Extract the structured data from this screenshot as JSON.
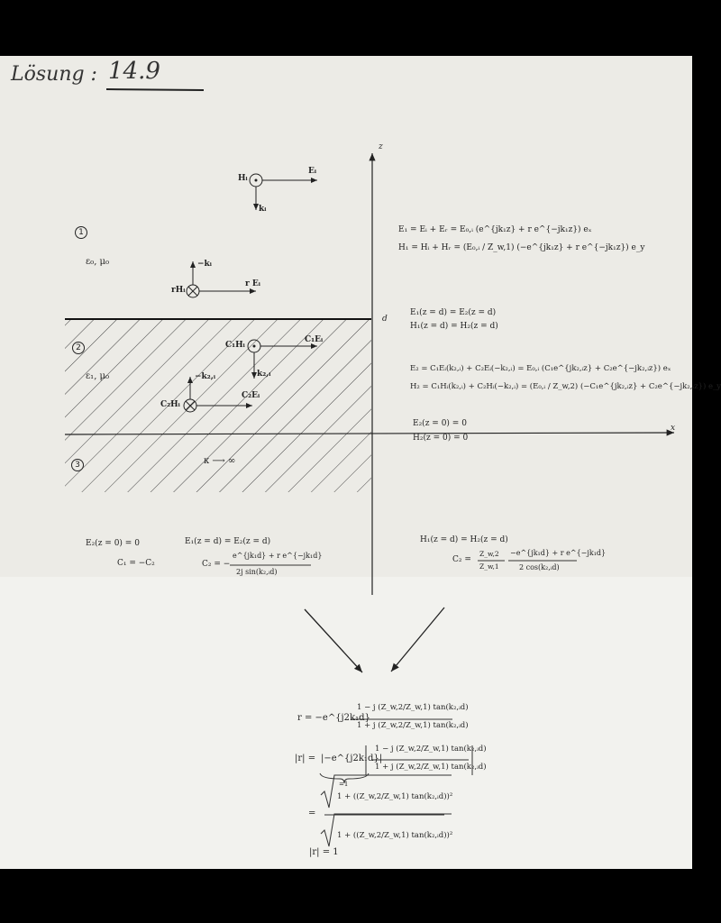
{
  "heading": {
    "prefix": "Lösung :",
    "number": "14.9"
  },
  "regions": {
    "one": "1",
    "two": "2",
    "three": "3"
  },
  "region_labels": {
    "medium1": "ε₀, μ₀",
    "medium2": "ε₁, μ₀",
    "medium3": "κ ⟶ ∞"
  },
  "axes": {
    "z": "z",
    "x": "x",
    "d": "d"
  },
  "vectors": {
    "Hi": "Hᵢ",
    "Ei": "Eᵢ",
    "ki": "kᵢ",
    "minus_ki": "−kᵢ",
    "rHi": "rHᵢ",
    "rEi": "r Eᵢ",
    "C1H": "C₁Hᵢ",
    "C1E": "C₁Eᵢ",
    "k2i": "k₂,ᵢ",
    "minus_k2i": "−k₂,ᵢ",
    "C2H": "C₂Hᵢ",
    "C2E": "C₂Eᵢ"
  },
  "equations": {
    "E1": "E₁ = Eᵢ + Eᵣ = E₀,ᵢ (e^{jk₁z} + r e^{−jk₁z}) eₓ",
    "H1": "H₁ = Hᵢ + Hᵣ = (E₀,ᵢ / Z_w,1) (−e^{jk₁z} + r e^{−jk₁z}) e_y",
    "bc1": "E₁(z = d) = E₂(z = d)",
    "bc2": "H₁(z = d) = H₂(z = d)",
    "E2": "E₂ = C₁Eᵢ(k₂,ᵢ) + C₂Eᵢ(−k₂,ᵢ) = E₀,ᵢ (C₁e^{jk₂,ᵢz} + C₂e^{−jk₂,ᵢz}) eₓ",
    "H2": "H₂ = C₁Hᵢ(k₂,ᵢ) + C₂Hᵢ(−k₂,ᵢ) = (E₀,ᵢ / Z_w,2) (−C₁e^{jk₂,ᵢz} + C₂e^{−jk₂,ᵢz}) e_y",
    "bc3": "E₂(z = 0) = 0",
    "bc4": "H₂(z = 0) = 0",
    "left1": "E₂(z = 0) = 0",
    "left2": "C₁ = −C₂",
    "mid1": "E₁(z = d) = E₂(z = d)",
    "mid2_lhs": "C₂ = −",
    "mid2_num": "e^{jk₁d} + r e^{−jk₁d}",
    "mid2_den": "2j sin(k₂,ᵢd)",
    "right1": "H₁(z = d) = H₂(z = d)",
    "right2_lhs": "C₂ =",
    "right2_frac1_num": "Z_w,2",
    "right2_frac1_den": "Z_w,1",
    "right2_num": "−e^{jk₁d} + r e^{−jk₁d}",
    "right2_den": "2 cos(k₂,ᵢd)",
    "r_lhs": "r = −e^{j2k₁d}",
    "r_num": "1 − j (Z_w,2/Z_w,1) tan(k₂,ᵢd)",
    "r_den": "1 + j (Z_w,2/Z_w,1) tan(k₂,ᵢd)",
    "abs_lhs": "|r| =",
    "abs_mid": "|−e^{j2k₁d}|",
    "abs_brace": "=1",
    "abs_num": "1 − j (Z_w,2/Z_w,1) tan(k₂,ᵢd)",
    "abs_den": "1 + j (Z_w,2/Z_w,1) tan(k₂,ᵢd)",
    "sqrt_num": "1 + ((Z_w,2/Z_w,1) tan(k₂,ᵢd))²",
    "sqrt_den": "1 + ((Z_w,2/Z_w,1) tan(k₂,ᵢd))²",
    "final": "|r| = 1"
  }
}
